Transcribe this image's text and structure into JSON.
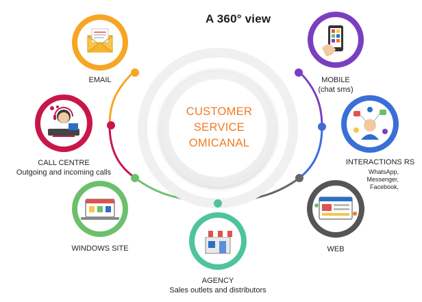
{
  "title": "A 360° view",
  "center": {
    "line1": "CUSTOMER",
    "line2": "SERVICE",
    "line3": "OMICANAL"
  },
  "channels": {
    "email": {
      "label": "EMAIL",
      "icon": "envelope-icon",
      "color": "#f6a623"
    },
    "call_centre": {
      "label": "CALL CENTRE",
      "sublabel": "Outgoing and incoming calls",
      "icon": "headset-agent-icon",
      "color": "#c8164b"
    },
    "windows_site": {
      "label": "WINDOWS SITE",
      "icon": "storefront-laptop-icon",
      "color": "#6cc06b"
    },
    "agency": {
      "label": "AGENCY",
      "sublabel": "Sales outlets and distributors",
      "icon": "shop-icon",
      "color": "#4fc49a"
    },
    "mobile": {
      "label": "MOBILE",
      "sublabel": "(chat sms)",
      "icon": "smartphone-hand-icon",
      "color": "#7a3fbf"
    },
    "interactions_rs": {
      "label": "INTERACTIONS RS",
      "detail_1": "WhatsApp,",
      "detail_2": "Messenger,",
      "detail_3": "Facebook,",
      "icon": "social-network-icon",
      "color": "#3a6fd8"
    },
    "web": {
      "label": "WEB",
      "icon": "web-browser-icon",
      "color": "#555555"
    }
  }
}
